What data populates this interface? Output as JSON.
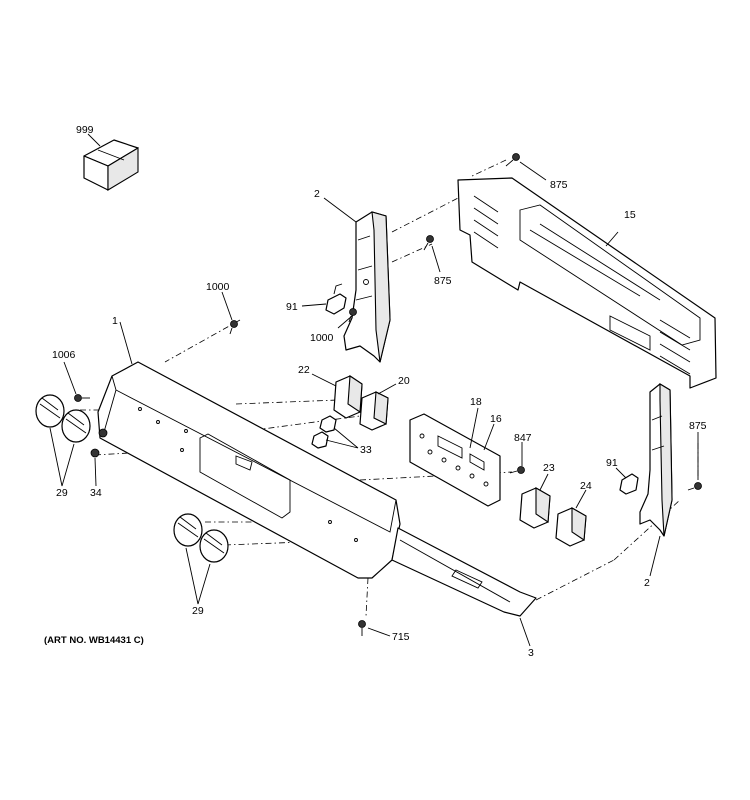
{
  "art_number": "(ART NO. WB14431 C)",
  "callouts": [
    {
      "id": "c-999",
      "text": "999"
    },
    {
      "id": "c-2-top",
      "text": "2"
    },
    {
      "id": "c-875-top",
      "text": "875"
    },
    {
      "id": "c-15",
      "text": "15"
    },
    {
      "id": "c-875-mid",
      "text": "875"
    },
    {
      "id": "c-1000-top",
      "text": "1000"
    },
    {
      "id": "c-91-left",
      "text": "91"
    },
    {
      "id": "c-1000-bottom",
      "text": "1000"
    },
    {
      "id": "c-1",
      "text": "1"
    },
    {
      "id": "c-1006",
      "text": "1006"
    },
    {
      "id": "c-22",
      "text": "22"
    },
    {
      "id": "c-20",
      "text": "20"
    },
    {
      "id": "c-18",
      "text": "18"
    },
    {
      "id": "c-16",
      "text": "16"
    },
    {
      "id": "c-847",
      "text": "847"
    },
    {
      "id": "c-875-right",
      "text": "875"
    },
    {
      "id": "c-33",
      "text": "33"
    },
    {
      "id": "c-29-upper",
      "text": "29"
    },
    {
      "id": "c-34",
      "text": "34"
    },
    {
      "id": "c-23",
      "text": "23"
    },
    {
      "id": "c-91-right",
      "text": "91"
    },
    {
      "id": "c-24",
      "text": "24"
    },
    {
      "id": "c-29-lower",
      "text": "29"
    },
    {
      "id": "c-715",
      "text": "715"
    },
    {
      "id": "c-3",
      "text": "3"
    },
    {
      "id": "c-2-bottom",
      "text": "2"
    }
  ]
}
